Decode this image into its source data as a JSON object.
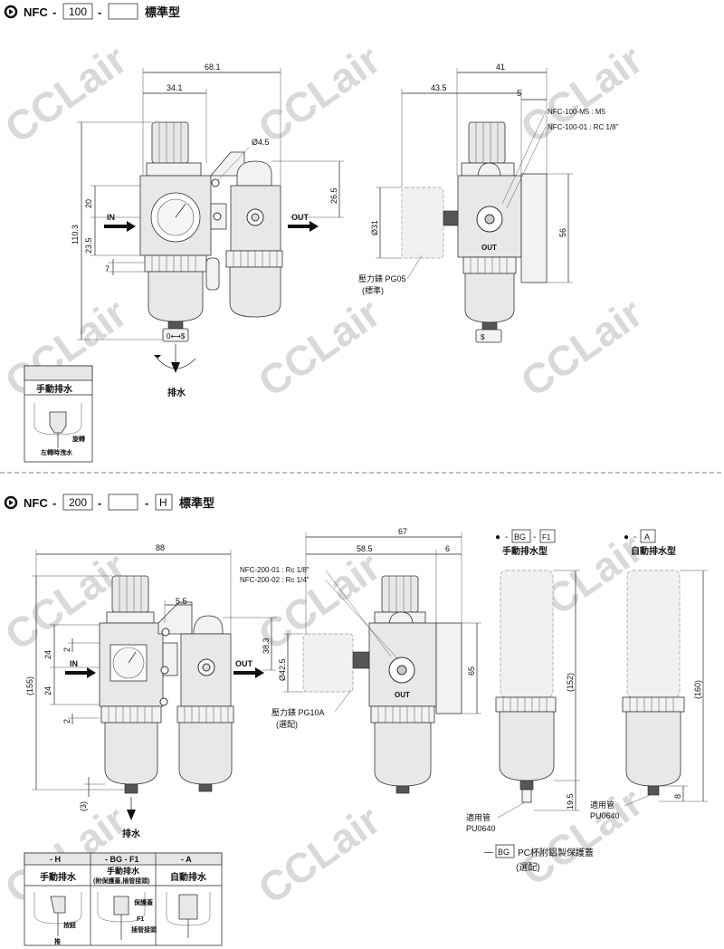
{
  "watermark": "CCLair",
  "section1": {
    "title": {
      "model": "NFC",
      "sep1": "-",
      "code1": "100",
      "sep2": "-",
      "code2": "",
      "suffix": "標準型"
    },
    "dims": {
      "w_total": "68.1",
      "w_half": "34.1",
      "hole": "Ø4.5",
      "d20": "20",
      "d23_5": "23.5",
      "d7": "7",
      "h_total": "110.3",
      "d26_5": "26.5",
      "w41": "41",
      "w43_5": "43.5",
      "d5": "5",
      "d31": "Ø31",
      "d56": "56"
    },
    "labels": {
      "in": "IN",
      "out": "OUT",
      "out2": "OUT",
      "drain": "排水"
    },
    "notes": [
      "NFC-100-M5 : M5",
      "NFC-100-01 : RC 1/8\""
    ],
    "gauge": [
      "壓力錶 PG05",
      "(標準)"
    ],
    "inset": {
      "title": "手動排水",
      "label1": "旋轉",
      "label2": "左轉時洩水"
    }
  },
  "section2": {
    "title": {
      "model": "NFC",
      "sep1": "-",
      "code1": "200",
      "sep2": "-",
      "code2": "",
      "sep3": "-",
      "code3": "H",
      "suffix": "標準型"
    },
    "dims": {
      "w88": "88",
      "d5_5": "5.5",
      "d24a": "24",
      "d24b": "24",
      "d2a": "2",
      "d2b": "2",
      "h155": "(155)",
      "d38_3": "38.3",
      "d3": "(3)",
      "w67": "67",
      "w58_5": "58.5",
      "d6": "6",
      "d42_5": "Ø42.5",
      "d65": "65",
      "h152": "(152)",
      "d19_5": "19.5",
      "h160": "(160)",
      "d8": "8"
    },
    "labels": {
      "in": "IN",
      "out": "OUT",
      "out2": "OUT",
      "drain": "排水"
    },
    "notes": [
      "NFC-200-01 : Rc 1/8\"",
      "NFC-200-02 : Rc 1/4\""
    ],
    "gauge": [
      "壓力錶 PG10A",
      "(選配)"
    ],
    "variant1": {
      "bullet": "●",
      "dash": "-",
      "code1": "BG",
      "code2": "F1",
      "name": "手動排水型",
      "tube": [
        "適用管",
        "PU0640"
      ]
    },
    "variant2": {
      "bullet": "●",
      "dash": "-",
      "code": "A",
      "name": "自動排水型",
      "tube": [
        "適用管",
        "PU0640"
      ]
    },
    "bg_note": {
      "dash": "—",
      "code": "BG",
      "text": "PC杯附鋁製保護蓋",
      "sub": "(選配)"
    },
    "table": {
      "headers": [
        "- H",
        "- BG - F1",
        "- A"
      ],
      "names": [
        "手動排水",
        "手動排水",
        "自動排水"
      ],
      "sub": "(附保護蓋,插管接頭)",
      "labels": {
        "button": "按鈕",
        "push": "推",
        "cover": "保護蓋",
        "f1": "F1",
        "joint": "插管接頭"
      }
    }
  }
}
